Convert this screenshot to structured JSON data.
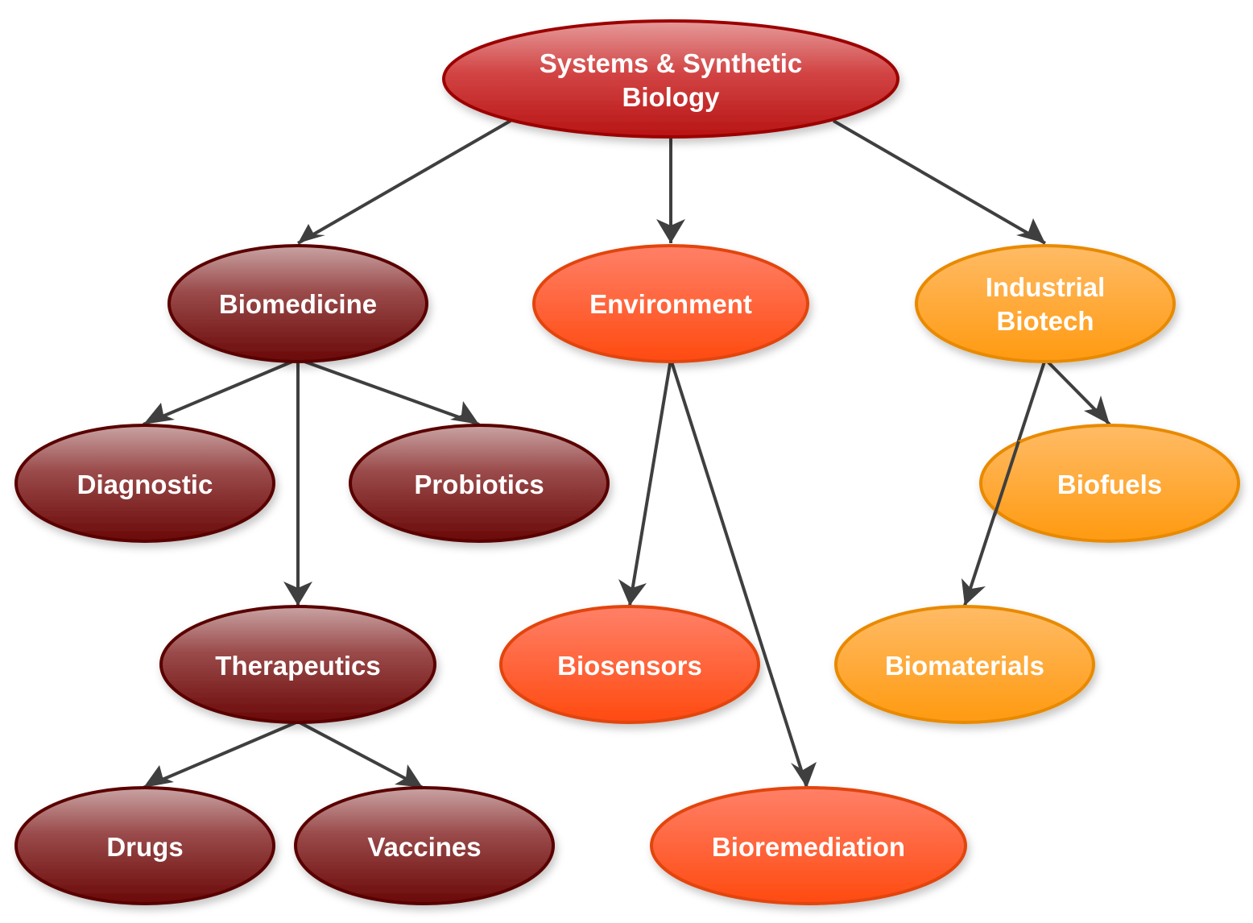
{
  "colors": {
    "root": "#c62828",
    "biomedicine": "#7a1818",
    "environment": "#ff5a30",
    "industrial": "#ffa22c",
    "edge": "#3f3f3f",
    "label": "#ffffff"
  },
  "nodes": {
    "root": {
      "line1": "Systems & Synthetic",
      "line2": "Biology"
    },
    "biomedicine": {
      "label": "Biomedicine"
    },
    "environment": {
      "label": "Environment"
    },
    "industrial": {
      "line1": "Industrial",
      "line2": "Biotech"
    },
    "diagnostic": {
      "label": "Diagnostic"
    },
    "probiotics": {
      "label": "Probiotics"
    },
    "therapeutics": {
      "label": "Therapeutics"
    },
    "drugs": {
      "label": "Drugs"
    },
    "vaccines": {
      "label": "Vaccines"
    },
    "biosensors": {
      "label": "Biosensors"
    },
    "bioremediation": {
      "label": "Bioremediation"
    },
    "biofuels": {
      "label": "Biofuels"
    },
    "biomaterials": {
      "label": "Biomaterials"
    }
  },
  "edges": [
    {
      "from": "Systems & Synthetic Biology",
      "to": "Biomedicine"
    },
    {
      "from": "Systems & Synthetic Biology",
      "to": "Environment"
    },
    {
      "from": "Systems & Synthetic Biology",
      "to": "Industrial Biotech"
    },
    {
      "from": "Biomedicine",
      "to": "Diagnostic"
    },
    {
      "from": "Biomedicine",
      "to": "Probiotics"
    },
    {
      "from": "Biomedicine",
      "to": "Therapeutics"
    },
    {
      "from": "Therapeutics",
      "to": "Drugs"
    },
    {
      "from": "Therapeutics",
      "to": "Vaccines"
    },
    {
      "from": "Environment",
      "to": "Biosensors"
    },
    {
      "from": "Environment",
      "to": "Bioremediation"
    },
    {
      "from": "Industrial Biotech",
      "to": "Biofuels"
    },
    {
      "from": "Industrial Biotech",
      "to": "Biomaterials"
    }
  ]
}
